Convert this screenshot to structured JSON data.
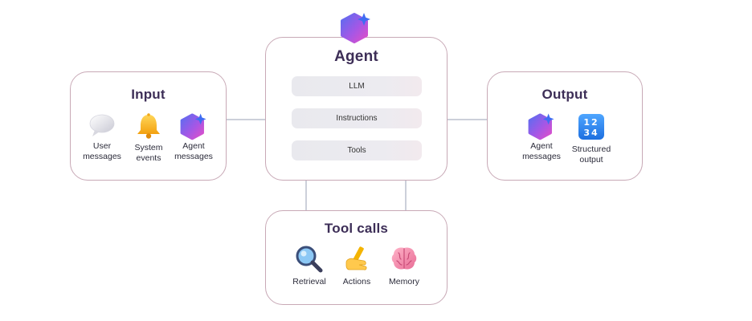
{
  "agent": {
    "title": "Agent",
    "components": [
      "LLM",
      "Instructions",
      "Tools"
    ]
  },
  "input": {
    "title": "Input",
    "items": [
      {
        "icon": "chat-bubble-icon",
        "label": "User\nmessages"
      },
      {
        "icon": "bell-icon",
        "label": "System\nevents"
      },
      {
        "icon": "agent-hexagon-icon",
        "label": "Agent\nmessages"
      }
    ]
  },
  "output": {
    "title": "Output",
    "items": [
      {
        "icon": "agent-hexagon-icon",
        "label": "Agent\nmessages"
      },
      {
        "icon": "numbers-1234-icon",
        "label": "Structured\noutput"
      }
    ]
  },
  "tool_calls": {
    "title": "Tool calls",
    "items": [
      {
        "icon": "magnifier-icon",
        "label": "Retrieval"
      },
      {
        "icon": "hand-pencil-icon",
        "label": "Actions"
      },
      {
        "icon": "brain-icon",
        "label": "Memory"
      }
    ]
  },
  "colors": {
    "border": "#c8a9b6",
    "title": "#3d2e57",
    "arrow": "#9aa0b4",
    "hex_gradient_start": "#5b6cf0",
    "hex_gradient_end": "#d64fd0",
    "sparkle": "#3f6cf2"
  }
}
